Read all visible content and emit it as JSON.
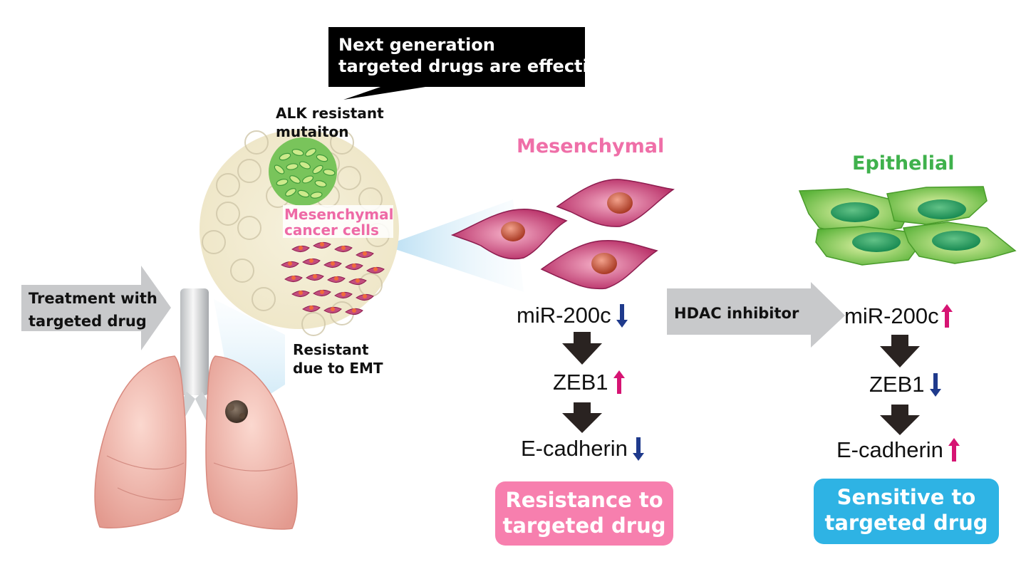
{
  "callout": {
    "line1": "Next generation",
    "line2": "targeted drugs are effective"
  },
  "labels": {
    "alk_line1": "ALK resistant",
    "alk_line2": "mutaiton",
    "inlay_line1": "Mesenchymal",
    "inlay_line2": "cancer cells",
    "emt_line1": "Resistant",
    "emt_line2": "due to EMT"
  },
  "treatment_arrow": {
    "line1": "Treatment with",
    "line2": "targeted drug"
  },
  "mesenchymal": {
    "title": "Mesenchymal",
    "gene1": "miR-200c",
    "gene2": "ZEB1",
    "gene3": "E-cadherin",
    "outcome_line1": "Resistance to",
    "outcome_line2": "targeted drug"
  },
  "hdac_arrow": {
    "label": "HDAC inhibitor"
  },
  "epithelial": {
    "title": "Epithelial",
    "gene1": "miR-200c",
    "gene2": "ZEB1",
    "gene3": "E-cadherin",
    "outcome_line1": "Sensitive to",
    "outcome_line2": "targeted drug"
  },
  "colors": {
    "mesenchymal_pink": "#ef6fa8",
    "epithelial_green": "#3fb14c",
    "resistance_box": "#f77fae",
    "sensitive_box": "#2eb3e4",
    "up_arrow": "#d61473",
    "down_arrow": "#1f3a8c",
    "grey_arrow": "#c8c9cb"
  }
}
